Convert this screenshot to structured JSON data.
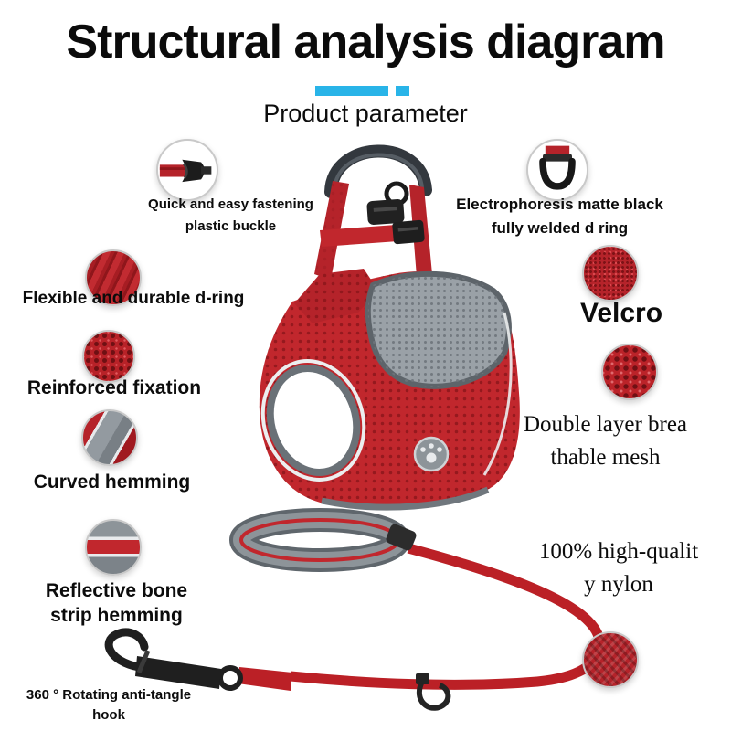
{
  "header": {
    "title": "Structural analysis diagram",
    "subtitle": "Product parameter"
  },
  "callouts": {
    "buckle": {
      "label": "Quick and easy fastening\nplastic buckle"
    },
    "welded_d_ring": {
      "label": "Electrophoresis matte black\nfully welded d ring"
    },
    "flexible_d_ring": {
      "label": "Flexible and durable d-ring"
    },
    "velcro": {
      "label": "Velcro"
    },
    "reinforced_fixation": {
      "label": "Reinforced fixation"
    },
    "breathable_mesh": {
      "label": "Double layer brea\nthable mesh"
    },
    "curved_hemming": {
      "label": "Curved hemming"
    },
    "reflective_bone_strip": {
      "label": "Reflective bone\nstrip hemming"
    },
    "nylon": {
      "label": "100% high-qualit\ny nylon"
    },
    "rotating_hook": {
      "label": "360 ° Rotating anti-tangle\nhook"
    }
  },
  "colors": {
    "accent_cyan": "#29B4E8",
    "product_red": "#C1272D",
    "mesh_gray": "#9AA1A7",
    "hardware_black": "#1C1C1C",
    "text": "#0C0C0C"
  }
}
